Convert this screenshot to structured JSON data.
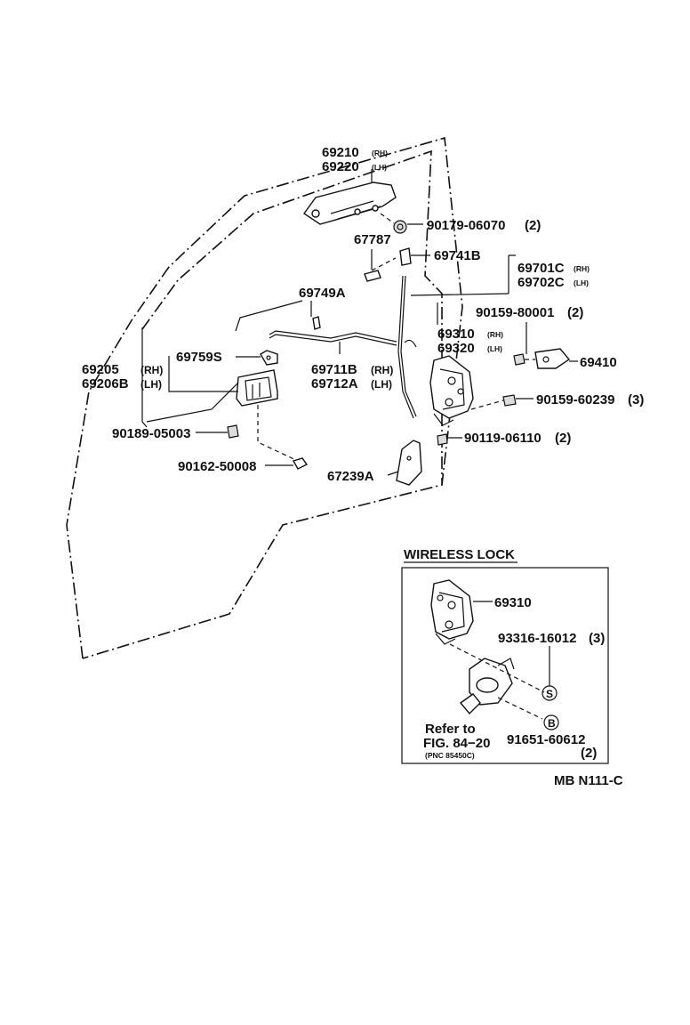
{
  "parts": {
    "outside_handle_rh": "69210",
    "outside_handle_rh_side": "(RH)",
    "outside_handle_lh": "69220",
    "outside_handle_lh_side": "(LH)",
    "handle_nut": "90179-06070",
    "handle_nut_qty": "(2)",
    "pad": "67787",
    "clip_69741b": "69741B",
    "rod_rh": "69701C",
    "rod_rh_side": "(RH)",
    "rod_lh": "69702C",
    "rod_lh_side": "(LH)",
    "screw_striker": "90159-80001",
    "screw_striker_qty": "(2)",
    "clip_69749a": "69749A",
    "lock_rh": "69310",
    "lock_rh_side": "(RH)",
    "lock_lh": "69320",
    "lock_lh_side": "(LH)",
    "striker": "69410",
    "clip_69759s": "69759S",
    "inside_handle_rh": "69205",
    "inside_handle_rh_side": "(RH)",
    "inside_handle_lh": "69206B",
    "inside_handle_lh_side": "(LH)",
    "link_rod_rh": "69711B",
    "link_rod_rh_side": "(RH)",
    "link_rod_lh": "69712A",
    "link_rod_lh_side": "(LH)",
    "screw_lock": "90159-60239",
    "screw_lock_qty": "(3)",
    "screw_handle": "90189-05003",
    "screw_bezel": "90119-06110",
    "screw_bezel_qty": "(2)",
    "plug": "90162-50008",
    "protector": "67239A"
  },
  "wireless_lock": {
    "title": "WIRELESS LOCK",
    "lock": "69310",
    "screw": "93316-16012",
    "screw_qty": "(3)",
    "refer_line1": "Refer to",
    "refer_line2": "FIG. 84−20",
    "refer_pnc": "(PNC 85450C)",
    "bolt": "91651-60612",
    "bolt_qty": "(2)",
    "marker_s": "S",
    "marker_b": "B"
  },
  "figure_code": "MB N111-C"
}
